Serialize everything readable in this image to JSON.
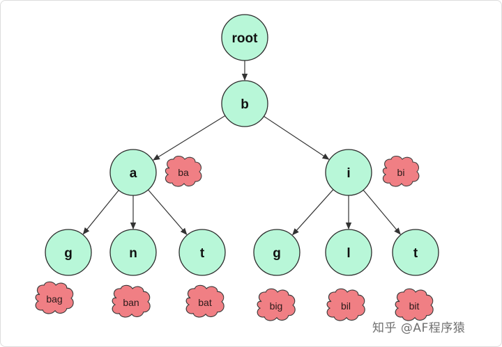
{
  "diagram": {
    "nodes": [
      {
        "id": "root",
        "label": "root"
      },
      {
        "id": "b",
        "label": "b"
      },
      {
        "id": "a",
        "label": "a"
      },
      {
        "id": "i",
        "label": "i"
      },
      {
        "id": "ag",
        "label": "g"
      },
      {
        "id": "an",
        "label": "n"
      },
      {
        "id": "at",
        "label": "t"
      },
      {
        "id": "ig",
        "label": "g"
      },
      {
        "id": "il",
        "label": "l"
      },
      {
        "id": "it",
        "label": "t"
      }
    ],
    "edges": [
      {
        "from": "root",
        "to": "b"
      },
      {
        "from": "b",
        "to": "a"
      },
      {
        "from": "b",
        "to": "i"
      },
      {
        "from": "a",
        "to": "ag"
      },
      {
        "from": "a",
        "to": "an"
      },
      {
        "from": "a",
        "to": "at"
      },
      {
        "from": "i",
        "to": "ig"
      },
      {
        "from": "i",
        "to": "il"
      },
      {
        "from": "i",
        "to": "it"
      }
    ],
    "words": [
      {
        "node": "a",
        "text": "ba"
      },
      {
        "node": "i",
        "text": "bi"
      },
      {
        "node": "ag",
        "text": "bag"
      },
      {
        "node": "an",
        "text": "ban"
      },
      {
        "node": "at",
        "text": "bat"
      },
      {
        "node": "ig",
        "text": "big"
      },
      {
        "node": "il",
        "text": "bil"
      },
      {
        "node": "it",
        "text": "bit"
      }
    ]
  },
  "colors": {
    "node_fill": "#b8f7d8",
    "word_fill": "#f07f84",
    "stroke": "#2b2b2b"
  },
  "watermark": "知乎 @AF程序猿"
}
